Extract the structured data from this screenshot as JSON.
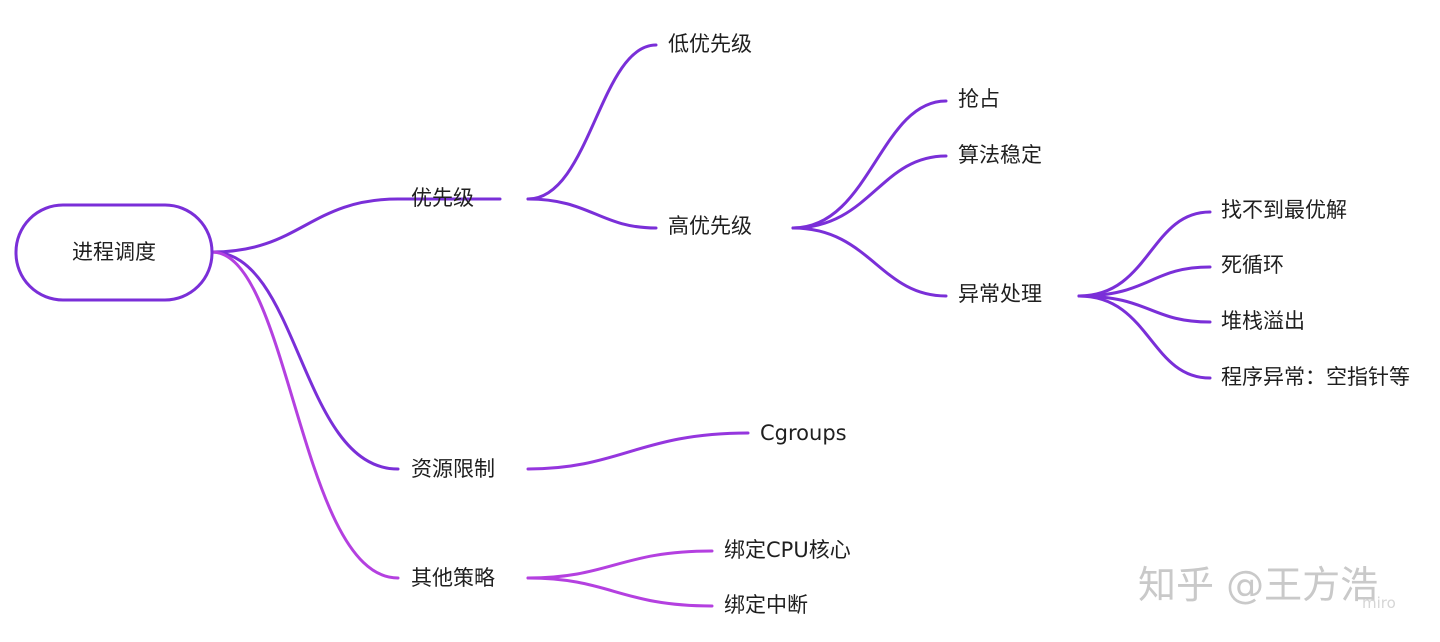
{
  "mindmap": {
    "root": {
      "label": "进程调度"
    },
    "branches": {
      "priority": {
        "label": "优先级",
        "children": {
          "low": {
            "label": "低优先级"
          },
          "high": {
            "label": "高优先级",
            "children": {
              "preempt": {
                "label": "抢占"
              },
              "stable": {
                "label": "算法稳定"
              },
              "exception": {
                "label": "异常处理",
                "children": {
                  "no_optimal": {
                    "label": "找不到最优解"
                  },
                  "dead_loop": {
                    "label": "死循环"
                  },
                  "stack_overflow": {
                    "label": "堆栈溢出"
                  },
                  "program_error": {
                    "label": "程序异常：空指针等"
                  }
                }
              }
            }
          }
        }
      },
      "resource_limit": {
        "label": "资源限制",
        "children": {
          "cgroups": {
            "label": "Cgroups"
          }
        }
      },
      "other": {
        "label": "其他策略",
        "children": {
          "bind_cpu": {
            "label": "绑定CPU核心"
          },
          "bind_irq": {
            "label": "绑定中断"
          }
        }
      }
    }
  },
  "watermark": {
    "text": "知乎 @王方浩",
    "tool": "miro"
  },
  "colors": {
    "edge_deep": "#7a2fd8",
    "edge_mid": "#9536de",
    "edge_pink": "#b440e0",
    "text": "#1f1f1f",
    "watermark": "#c9c9c9"
  }
}
